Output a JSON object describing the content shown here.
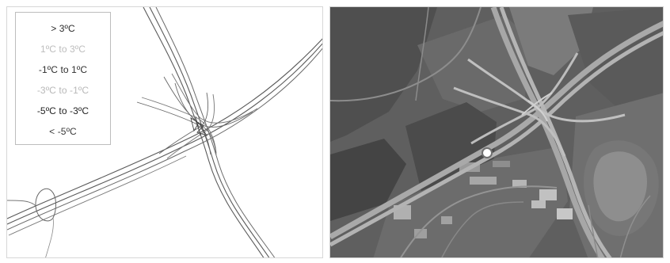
{
  "legend": {
    "items": [
      {
        "label": "> 3ºC",
        "color": "#2b2b2b"
      },
      {
        "label": "1ºC to 3ºC",
        "color": "#bdbdbd"
      },
      {
        "label": "-1ºC to 1ºC",
        "color": "#2f2f2f"
      },
      {
        "label": "-3ºC to -1ºC",
        "color": "#b8b8b8"
      },
      {
        "label": "-5ºC to -3ºC",
        "color": "#1f1f1f"
      },
      {
        "label": "< -5ºC",
        "color": "#3a3a3a"
      }
    ]
  },
  "colors": {
    "road_line": "#555555",
    "road_line_light": "#8a8a8a",
    "aerial_dark": "#3f3f3f",
    "aerial_mid": "#6a6a6a",
    "aerial_light": "#9a9a9a",
    "aerial_road": "#b7b7b7"
  }
}
